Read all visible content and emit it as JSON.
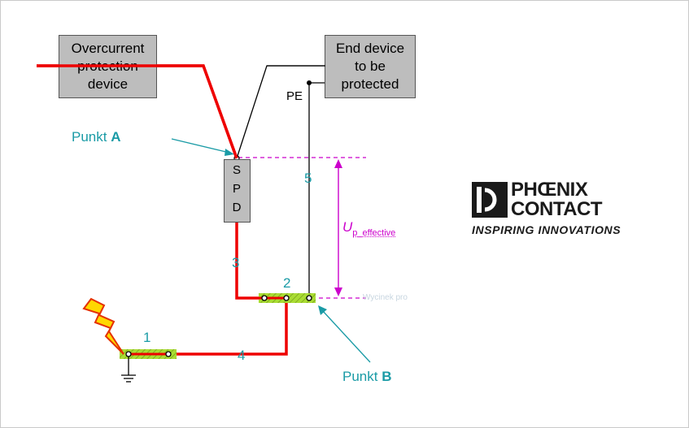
{
  "boxes": {
    "overcurrent": "Overcurrent\nprotection\ndevice",
    "end_device": "End device\nto be\nprotected"
  },
  "labels": {
    "pe": "PE",
    "spd": [
      "S",
      "P",
      "D"
    ],
    "n1": "1",
    "n2": "2",
    "n3": "3",
    "n4": "4",
    "n5": "5",
    "punkt_a_word": "Punkt",
    "punkt_a_letter": "A",
    "punkt_b_word": "Punkt",
    "punkt_b_letter": "B",
    "up_main": "U",
    "up_sub": "p_effective",
    "faint_text": "Wycinek pro"
  },
  "logo": {
    "line1": "PHŒNIX",
    "line2": "CONTACT",
    "tagline": "INSPIRING INNOVATIONS"
  },
  "colors": {
    "red_wire": "#ee0000",
    "teal": "#1a9ba6",
    "magenta": "#cc00cc",
    "earth_bar": "#aadd33",
    "box_fill": "#bdbdbd"
  },
  "icons": [
    "lightning-icon",
    "ground-icon",
    "phoenix-contact-logo"
  ]
}
